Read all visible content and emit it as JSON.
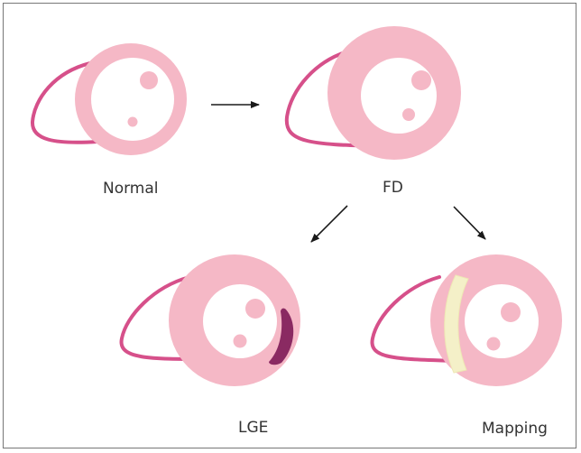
{
  "labels": {
    "normal": "Normal",
    "fd": "FD",
    "lge": "LGE",
    "mapping": "Mapping"
  },
  "colors": {
    "wall": "#f5b8c6",
    "right_ventricle": "#d6508a",
    "cavity": "#ffffff",
    "lge_scar": "#8a2a62",
    "mapping_region": "#f4f0c8",
    "arrow": "#1a1a1a"
  }
}
